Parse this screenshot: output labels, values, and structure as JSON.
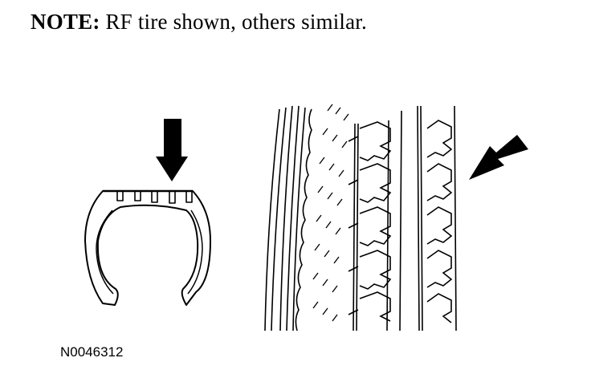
{
  "note": {
    "label": "NOTE:",
    "text": "RF tire shown, others similar."
  },
  "figure_code": "N0046312",
  "icons": [
    "tire-cross-section-icon",
    "down-arrow-icon",
    "tire-tread-icon",
    "diagonal-arrow-icon"
  ]
}
